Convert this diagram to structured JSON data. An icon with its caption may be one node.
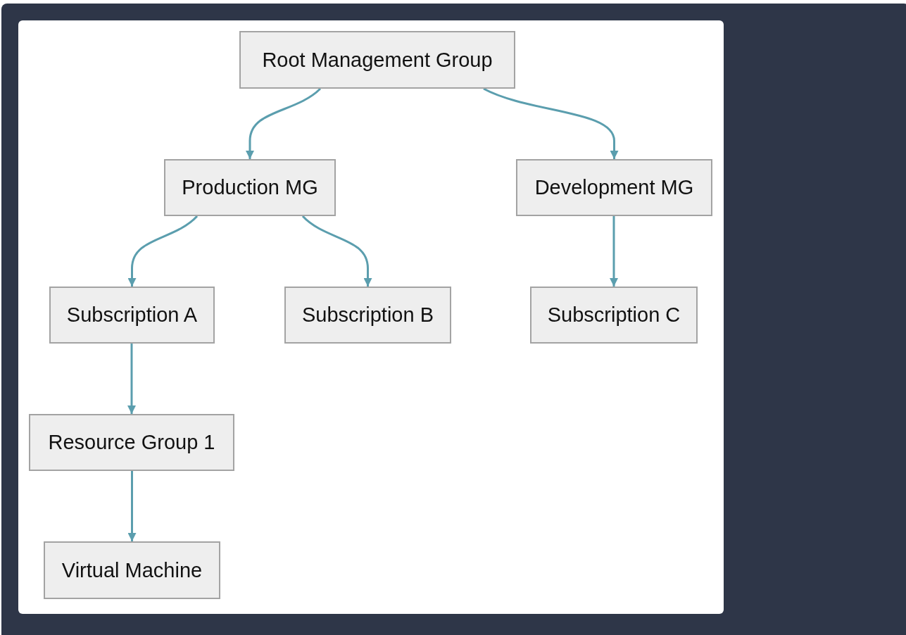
{
  "diagram": {
    "nodes": [
      {
        "text": [
          "Root Management Group"
        ]
      },
      {
        "text": [
          "Production MG"
        ]
      },
      {
        "text": [
          "Development MG"
        ]
      },
      {
        "text": [
          "Subscription A"
        ]
      },
      {
        "text": [
          "Subscription B"
        ]
      },
      {
        "text": [
          "Subscription C"
        ]
      },
      {
        "text": [
          "Resource Group 1"
        ]
      },
      {
        "text": [
          "Virtual Machine"
        ]
      }
    ],
    "edges": [
      {
        "from": 0,
        "to": 1,
        "arrow": "to"
      },
      {
        "from": 0,
        "to": 2,
        "arrow": "to"
      },
      {
        "from": 1,
        "to": 3,
        "arrow": "to"
      },
      {
        "from": 1,
        "to": 4,
        "arrow": "to"
      },
      {
        "from": 2,
        "to": 5,
        "arrow": "to"
      },
      {
        "from": 3,
        "to": 6,
        "arrow": "to"
      },
      {
        "from": 6,
        "to": 7,
        "arrow": "to"
      }
    ]
  }
}
